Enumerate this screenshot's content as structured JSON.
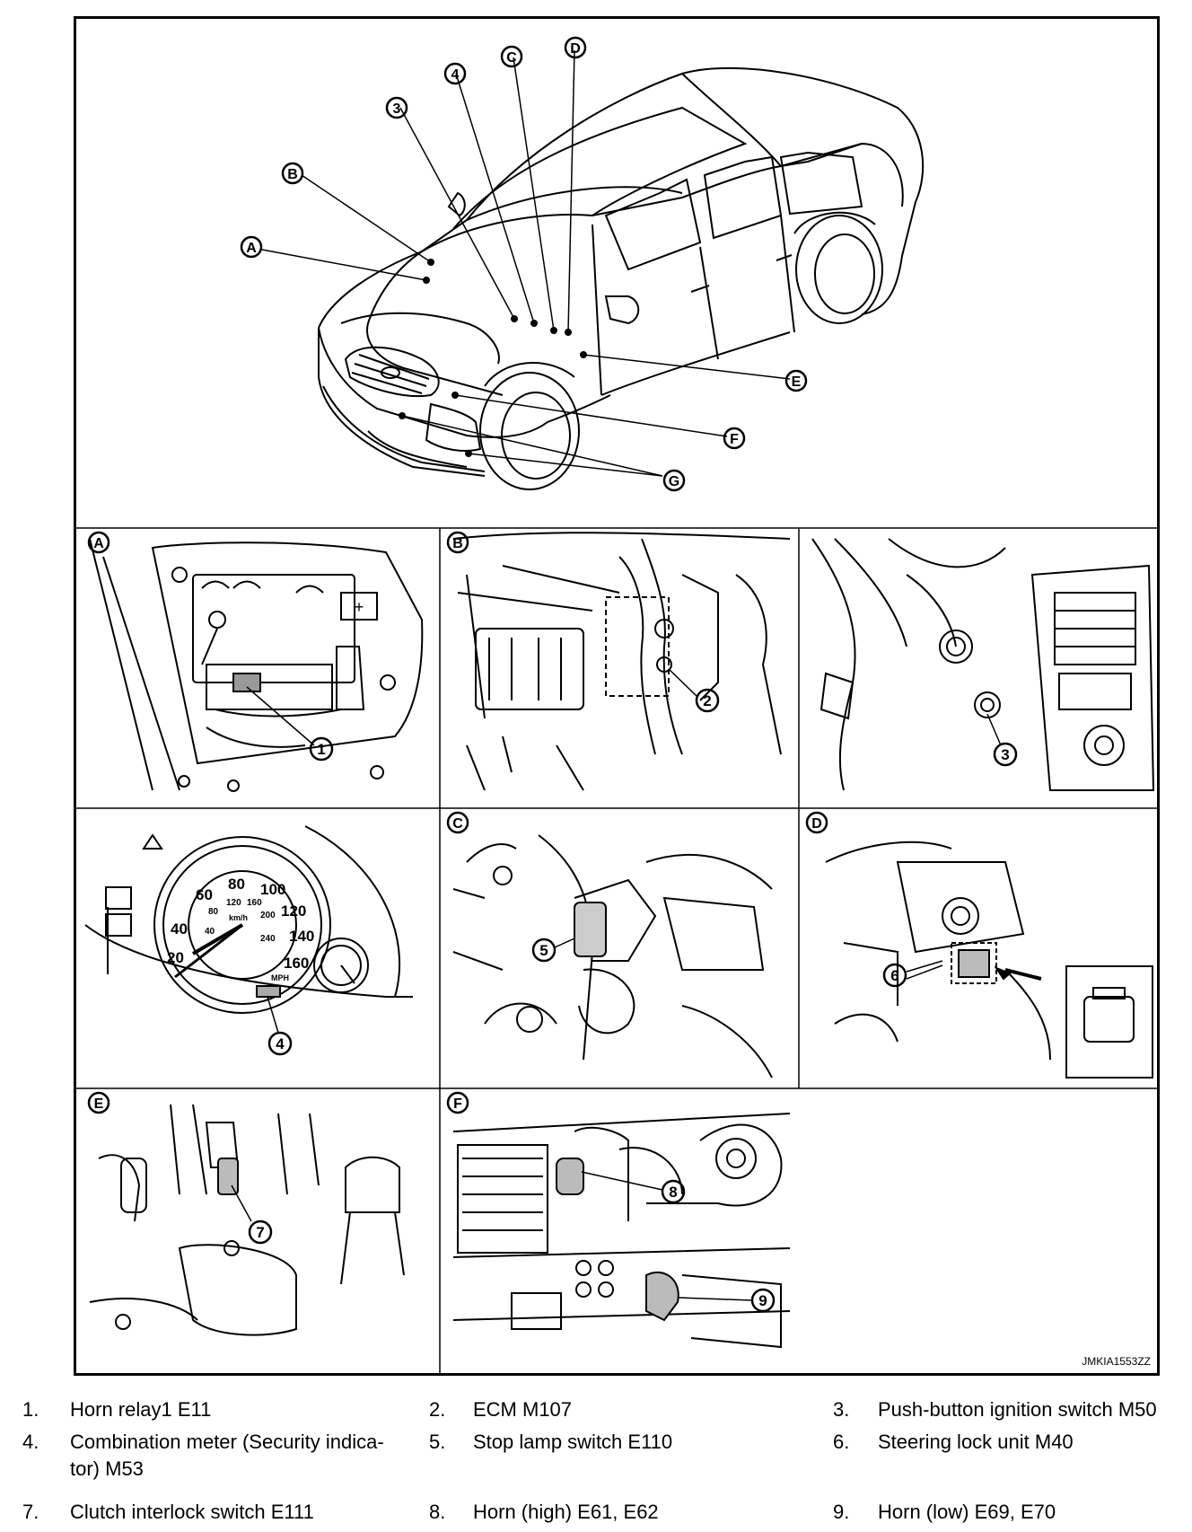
{
  "diagram": {
    "figure_id": "JMKIA1553ZZ",
    "callout_letters": [
      "A",
      "B",
      "C",
      "D",
      "E",
      "F",
      "G"
    ],
    "callout_numbers": [
      "1",
      "2",
      "3",
      "4",
      "5",
      "6",
      "7",
      "8",
      "9"
    ],
    "panels": [
      {
        "letter": "A",
        "number": "1"
      },
      {
        "letter": "B",
        "number": "2"
      },
      {
        "letter": "",
        "number": "3"
      },
      {
        "letter": "",
        "number": "4"
      },
      {
        "letter": "C",
        "number": "5"
      },
      {
        "letter": "D",
        "number": "6"
      },
      {
        "letter": "E",
        "number": "7"
      },
      {
        "letter": "F",
        "number": "8",
        "number2": "9"
      }
    ],
    "gauge": {
      "mph_ticks": [
        "20",
        "40",
        "60",
        "80",
        "100",
        "120",
        "140",
        "160"
      ],
      "kmh_ticks": [
        "40",
        "80",
        "120",
        "160",
        "200",
        "240"
      ],
      "kmh_unit": "km/h",
      "mph_unit": "MPH"
    }
  },
  "legend": [
    {
      "num": "1.",
      "text": "Horn relay1 E11"
    },
    {
      "num": "2.",
      "text": "ECM M107"
    },
    {
      "num": "3.",
      "text": "Push-button ignition switch M50"
    },
    {
      "num": "4.",
      "text": "Combination meter (Security indica-",
      "text2": "tor) M53"
    },
    {
      "num": "5.",
      "text": "Stop lamp switch E110"
    },
    {
      "num": "6.",
      "text": "Steering lock unit M40"
    },
    {
      "num": "7.",
      "text": "Clutch interlock switch E111"
    },
    {
      "num": "8.",
      "text": "Horn (high) E61, E62"
    },
    {
      "num": "9.",
      "text": "Horn (low) E69, E70"
    }
  ]
}
